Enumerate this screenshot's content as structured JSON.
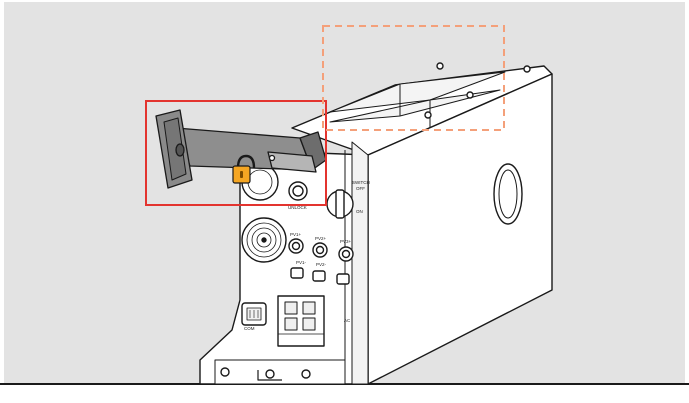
{
  "labels": {
    "switch": "SWITCH",
    "off": "OFF",
    "on": "ON",
    "unlock": "UNLOCK",
    "pv1_pos": "PV1+",
    "pv2_pos": "PV2+",
    "pv3_pos": "PV3+",
    "pv1_neg": "PV1-",
    "pv2_neg": "PV2-",
    "com": "COM",
    "ac": "AC"
  },
  "colors": {
    "background": "#e3e3e3",
    "callout_box": "#e3342f",
    "dashed_box": "#f4a07a",
    "padlock": "#f5a623",
    "line": "#1a1a1a"
  }
}
